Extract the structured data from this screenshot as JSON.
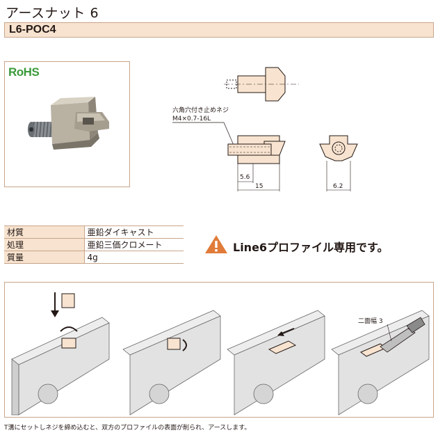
{
  "title": "アースナット 6",
  "model": "L6-POC4",
  "rohs_label": "RoHS",
  "drawing": {
    "callout_line1": "六角穴付き止めネジ",
    "callout_line2": "M4×0.7-16L",
    "dim_5_6": "5.6",
    "dim_15": "15",
    "dim_6_2": "6.2"
  },
  "specs": [
    {
      "label": "材質",
      "value": "亜鉛ダイキャスト"
    },
    {
      "label": "処理",
      "value": "亜鉛三価クロメート"
    },
    {
      "label": "質量",
      "value": "4g"
    }
  ],
  "warning_text": "Line6プロファイル専用です。",
  "step4_label": "二面幅 3",
  "caption": "T溝にセットしネジを締め込むと、双方のプロファイルの表面が削られ、アースします。",
  "colors": {
    "accent_fill": "#f7e3cf",
    "border": "#c8a58a",
    "warning": "#e07b39",
    "rohs": "#3a9a3a"
  }
}
